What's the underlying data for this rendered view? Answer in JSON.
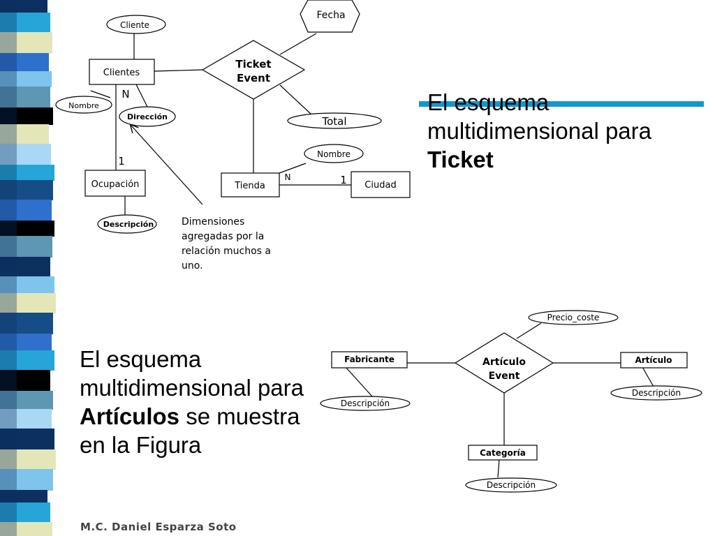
{
  "colors": {
    "stripe_palette": [
      "#0c3060",
      "#26a5d8",
      "#e4e6b8",
      "#2f70cc",
      "#7ec4ec",
      "#5e97b2",
      "#000000",
      "#a9d8f4",
      "#174d86",
      "#ffffff"
    ],
    "accent_bar": "#1199cc"
  },
  "slide": {
    "text1": {
      "line1": "El esquema",
      "line2": "multidimensional para",
      "bold": "Ticket"
    },
    "text2": {
      "line1": "El esquema",
      "line2": "multidimensional para",
      "bold": "Artículos",
      "rest": " se muestra",
      "line4": "en la Figura"
    },
    "author": "M.C. Daniel Esparza Soto"
  },
  "diagram1": {
    "fecha": "Fecha",
    "cliente": "Cliente",
    "clientes": "Clientes",
    "ticket_line1": "Ticket",
    "ticket_line2": "Event",
    "n1": "N",
    "nombre": "Nombre",
    "direccion": "Dirección",
    "total": "Total",
    "nombre2": "Nombre",
    "one1": "1",
    "ocupacion": "Ocupación",
    "tienda": "Tienda",
    "n2": "N",
    "one2": "1",
    "ciudad": "Ciudad",
    "descripcion": "Descripción",
    "note": [
      "Dimensiones",
      "agregadas por la",
      "relación muchos a",
      "uno."
    ]
  },
  "diagram2": {
    "precio": "Precio_coste",
    "fabricante": "Fabricante",
    "articulo_line1": "Artículo",
    "articulo_line2": "Event",
    "articulo": "Artículo",
    "desc1": "Descripción",
    "desc2": "Descripción",
    "categoria": "Categoría",
    "desc3": "Descripción"
  }
}
